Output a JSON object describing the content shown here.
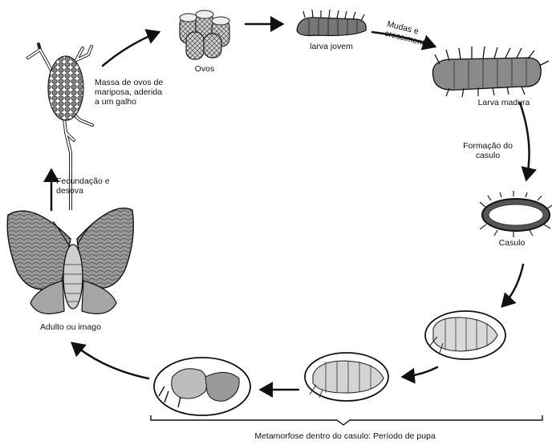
{
  "diagram": {
    "stages": {
      "egg_mass": "Massa de ovos de mariposa, aderida a um galho",
      "eggs": "Ovos",
      "young_larva": "larva jovem",
      "mature_larva": "Larva madura",
      "cocoon": "Casulo",
      "adult": "Adulto ou imago"
    },
    "transitions": {
      "molting": "Mudas e crescimento",
      "cocoon_formation": "Formação do casulo",
      "fertilization": "Fecundação e desova"
    },
    "metamorphosis_caption": "Metamorfose dentro do casulo: Período de pupa"
  }
}
